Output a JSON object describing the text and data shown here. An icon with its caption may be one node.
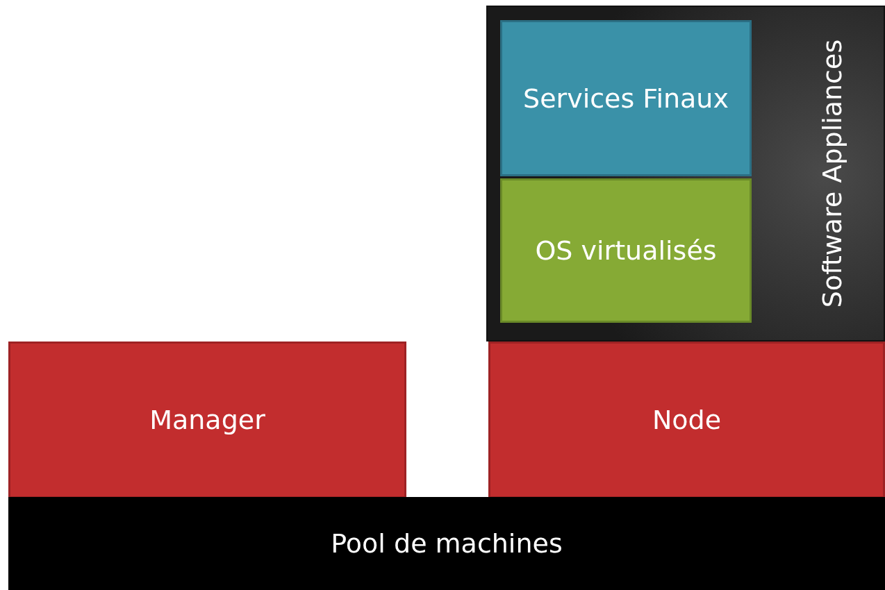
{
  "diagram": {
    "nodes": [
      {
        "text": [
          "Software Appliances"
        ]
      },
      {
        "text": [
          "Services Finaux"
        ],
        "in": 0
      },
      {
        "text": [
          "OS virtualisés"
        ],
        "in": 0
      },
      {
        "text": [
          "Manager"
        ]
      },
      {
        "text": [
          "Node"
        ]
      },
      {
        "text": [
          "Pool de machines"
        ]
      }
    ]
  }
}
